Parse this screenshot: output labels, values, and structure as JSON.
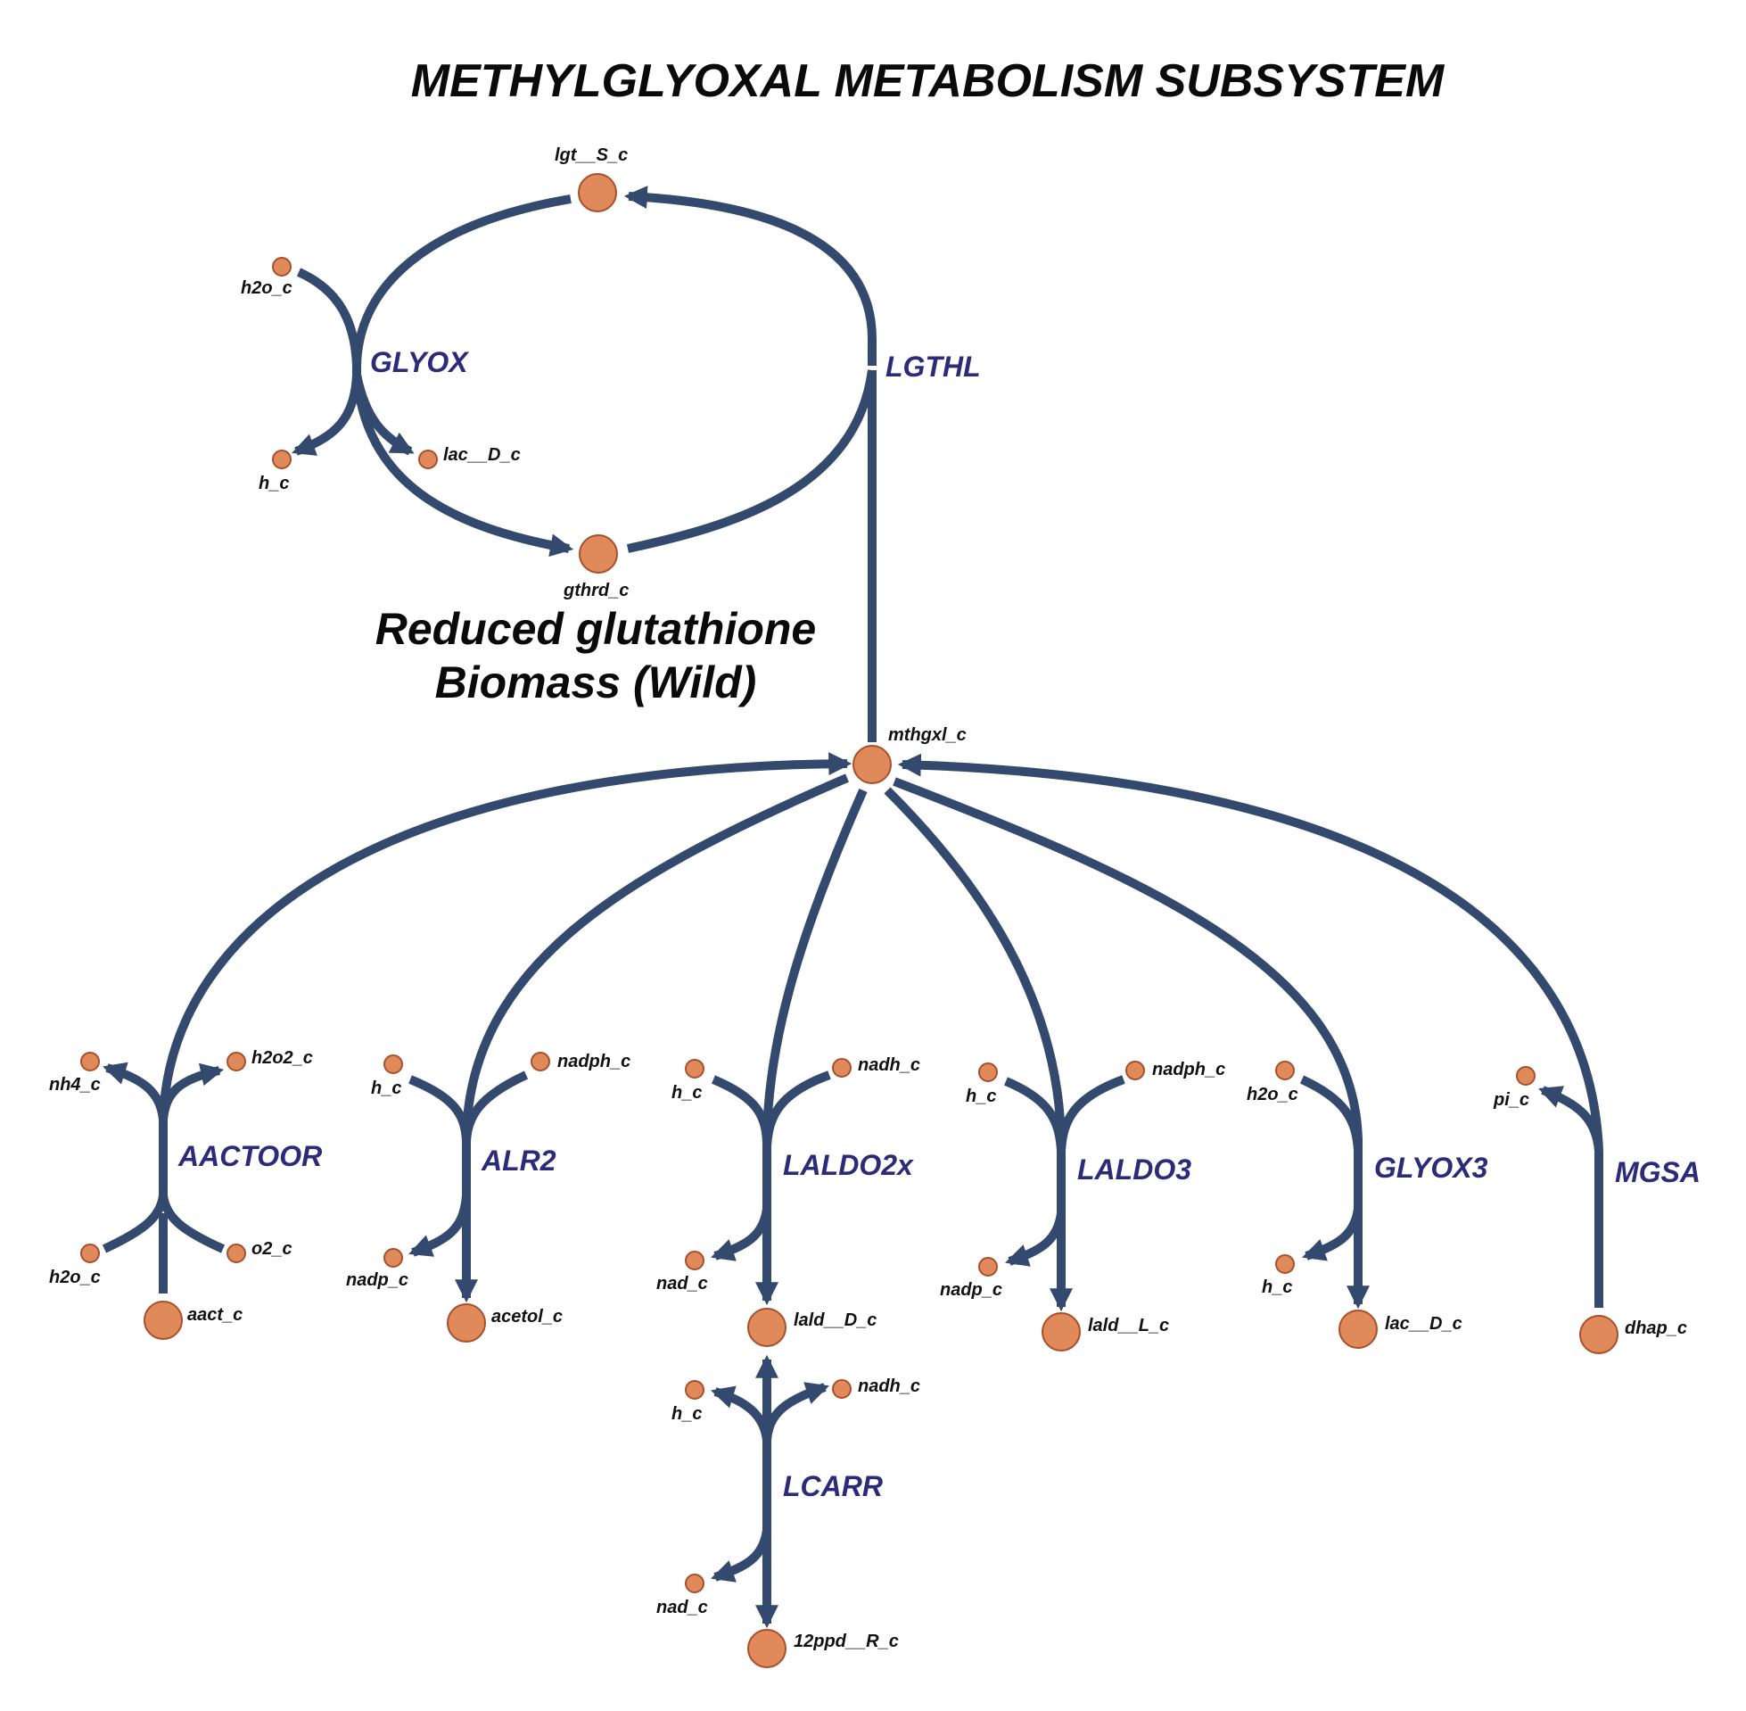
{
  "title": "METHYLGLYOXAL METABOLISM SUBSYSTEM",
  "caption": [
    "Reduced glutathione",
    "Biomass (Wild)"
  ],
  "colors": {
    "edge": "#34496e",
    "node_fill": "#e08a5c",
    "node_stroke": "#a8502b",
    "reaction_label": "#2b2b7a"
  },
  "reactions": [
    {
      "id": "GLYOX",
      "label": "GLYOX"
    },
    {
      "id": "LGTHL",
      "label": "LGTHL"
    },
    {
      "id": "AACTOOR",
      "label": "AACTOOR"
    },
    {
      "id": "ALR2",
      "label": "ALR2"
    },
    {
      "id": "LALDO2x",
      "label": "LALDO2x"
    },
    {
      "id": "LALDO3",
      "label": "LALDO3"
    },
    {
      "id": "GLYOX3",
      "label": "GLYOX3"
    },
    {
      "id": "MGSA",
      "label": "MGSA"
    },
    {
      "id": "LCARR",
      "label": "LCARR"
    }
  ],
  "metabolites": [
    {
      "id": "lgt_S_c",
      "label": "lgt__S_c"
    },
    {
      "id": "gthrd_c",
      "label": "gthrd_c"
    },
    {
      "id": "mthgxl_c",
      "label": "mthgxl_c"
    },
    {
      "id": "glyox_h2o",
      "label": "h2o_c"
    },
    {
      "id": "glyox_h",
      "label": "h_c"
    },
    {
      "id": "glyox_lac",
      "label": "lac__D_c"
    },
    {
      "id": "aa_nh4",
      "label": "nh4_c"
    },
    {
      "id": "aa_h2o2",
      "label": "h2o2_c"
    },
    {
      "id": "aa_h2o",
      "label": "h2o_c"
    },
    {
      "id": "aa_o2",
      "label": "o2_c"
    },
    {
      "id": "aact_c",
      "label": "aact_c"
    },
    {
      "id": "alr_h",
      "label": "h_c"
    },
    {
      "id": "alr_nadph",
      "label": "nadph_c"
    },
    {
      "id": "alr_nadp",
      "label": "nadp_c"
    },
    {
      "id": "acetol_c",
      "label": "acetol_c"
    },
    {
      "id": "l2_h",
      "label": "h_c"
    },
    {
      "id": "l2_nadh",
      "label": "nadh_c"
    },
    {
      "id": "l2_nad",
      "label": "nad_c"
    },
    {
      "id": "lald_D_c",
      "label": "lald__D_c"
    },
    {
      "id": "l3_h",
      "label": "h_c"
    },
    {
      "id": "l3_nadph",
      "label": "nadph_c"
    },
    {
      "id": "l3_nadp",
      "label": "nadp_c"
    },
    {
      "id": "lald_L_c",
      "label": "lald__L_c"
    },
    {
      "id": "g3_h2o",
      "label": "h2o_c"
    },
    {
      "id": "g3_h",
      "label": "h_c"
    },
    {
      "id": "lac_D_c",
      "label": "lac__D_c"
    },
    {
      "id": "mg_pi",
      "label": "pi_c"
    },
    {
      "id": "dhap_c",
      "label": "dhap_c"
    },
    {
      "id": "lc_h",
      "label": "h_c"
    },
    {
      "id": "lc_nadh",
      "label": "nadh_c"
    },
    {
      "id": "lc_nad",
      "label": "nad_c"
    },
    {
      "id": "ppd_R_c",
      "label": "12ppd__R_c"
    }
  ]
}
